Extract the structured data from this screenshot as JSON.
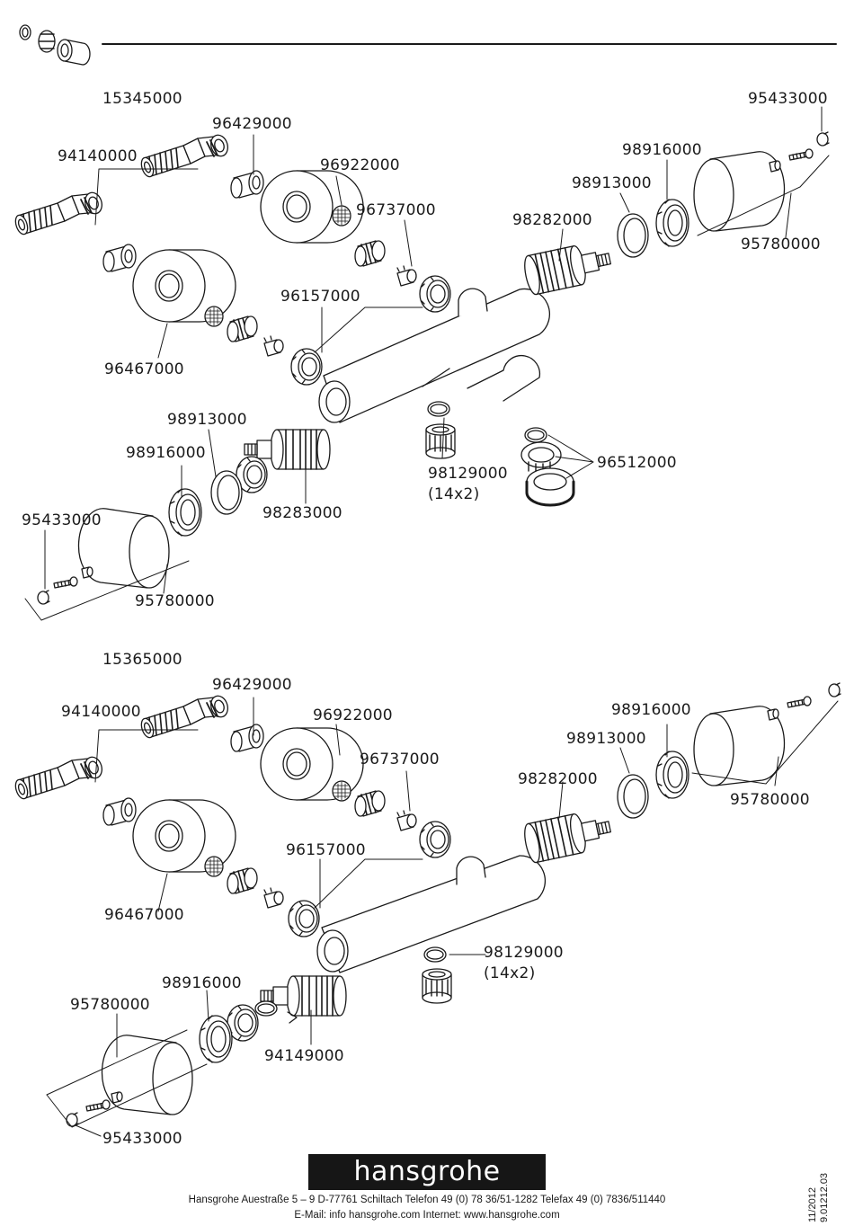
{
  "brand": "hansgrohe",
  "footer": {
    "address": "Hansgrohe   Auestraße 5 – 9   D-77761 Schiltach   Telefon    49 (0)  78 36/51-1282   Telefax    49 (0)  7836/511440",
    "contact": "E-Mail: info   hansgrohe.com    Internet: www.hansgrohe.com",
    "date": "11/2012",
    "doc_number": "9.01212.03"
  },
  "top_assembly": {
    "model": "15345000",
    "parts": {
      "p96429000": "96429000",
      "p94140000": "94140000",
      "p96922000": "96922000",
      "p96737000": "96737000",
      "p96157000": "96157000",
      "p96467000": "96467000",
      "p95433000_r": "95433000",
      "p98916000_r": "98916000",
      "p98913000_r": "98913000",
      "p98282000": "98282000",
      "p95780000_r": "95780000",
      "p98913000_l": "98913000",
      "p98916000_l": "98916000",
      "p95433000_l": "95433000",
      "p95780000_l": "95780000",
      "p98283000": "98283000",
      "p98129000": "98129000",
      "p98129000_qty": "(14x2)",
      "p96512000": "96512000"
    }
  },
  "bottom_assembly": {
    "model": "15365000",
    "parts": {
      "p96429000": "96429000",
      "p94140000": "94140000",
      "p96922000": "96922000",
      "p96737000": "96737000",
      "p96157000": "96157000",
      "p96467000": "96467000",
      "p98916000_r": "98916000",
      "p98913000_r": "98913000",
      "p98282000": "98282000",
      "p95780000_r": "95780000",
      "p98129000": "98129000",
      "p98129000_qty": "(14x2)",
      "p98916000_l": "98916000",
      "p95780000_l": "95780000",
      "p94149000": "94149000",
      "p95433000_l": "95433000"
    }
  }
}
